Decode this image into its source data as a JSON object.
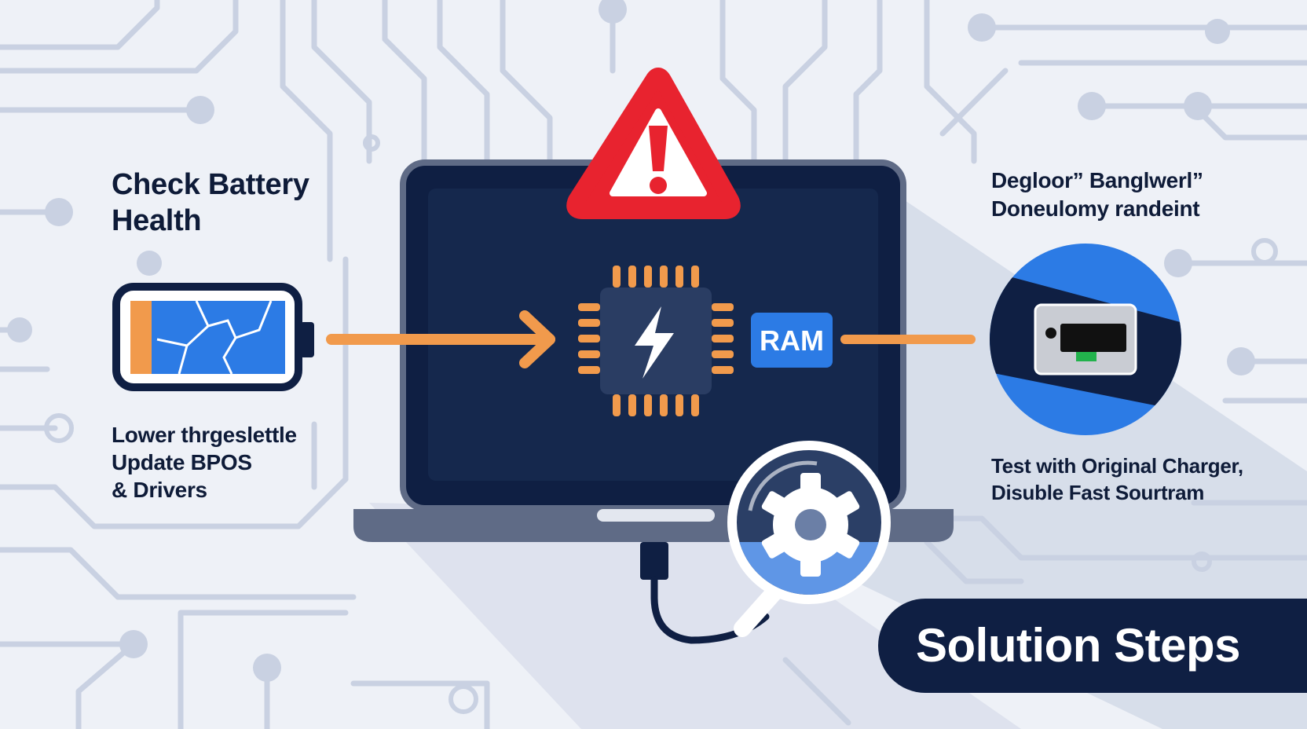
{
  "left_panel": {
    "title_lines": [
      "Check Battery",
      "Health"
    ],
    "bottom_lines": [
      "Lower thrgeslettle",
      "Update BPOS",
      "& Drivers"
    ]
  },
  "center": {
    "chip_label": "RAM"
  },
  "right_panel": {
    "title_lines": [
      "Degloor” Banglwerl”",
      "Doneulomy randeint"
    ],
    "bottom_lines": [
      "Test with Original Charger,",
      "Disuble Fast Sourtram"
    ]
  },
  "banner": {
    "label": "Solution Steps"
  },
  "icons": [
    "warning-triangle-icon",
    "cracked-battery-icon",
    "cpu-lightning-icon",
    "ram-chip-icon",
    "usb-port-icon",
    "magnifier-gear-icon"
  ],
  "colors": {
    "background": "#eef1f7",
    "circuit_lines": "#c9d1e2",
    "navy": "#0f1f43",
    "screen": "#15284d",
    "warning_red": "#e8232f",
    "accent_orange": "#f19a4c",
    "accent_blue": "#2c7be5",
    "laptop_gray": "#5f6b86"
  }
}
